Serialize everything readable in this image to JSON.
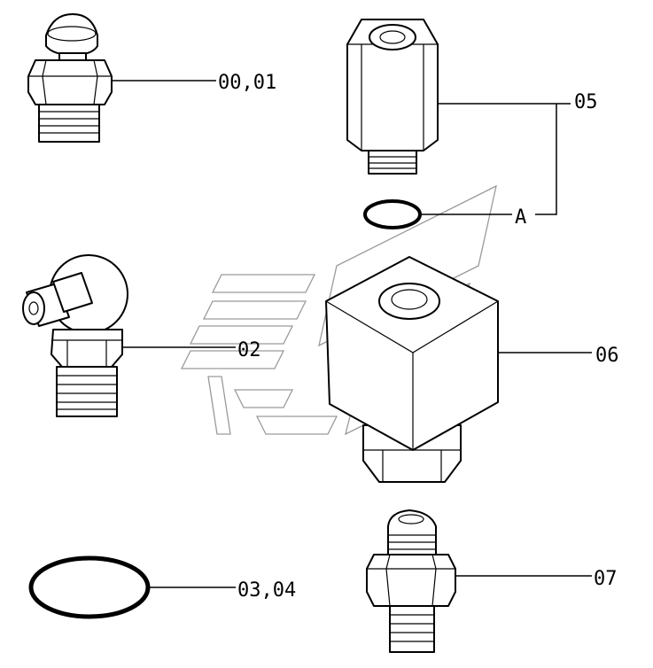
{
  "callouts": {
    "grease_nipple_straight": "00,01",
    "adapter_long": "05",
    "oring_small": "A",
    "grease_nipple_angled": "02",
    "oring_large": "03,04",
    "block_adapter": "06",
    "connector": "07"
  }
}
